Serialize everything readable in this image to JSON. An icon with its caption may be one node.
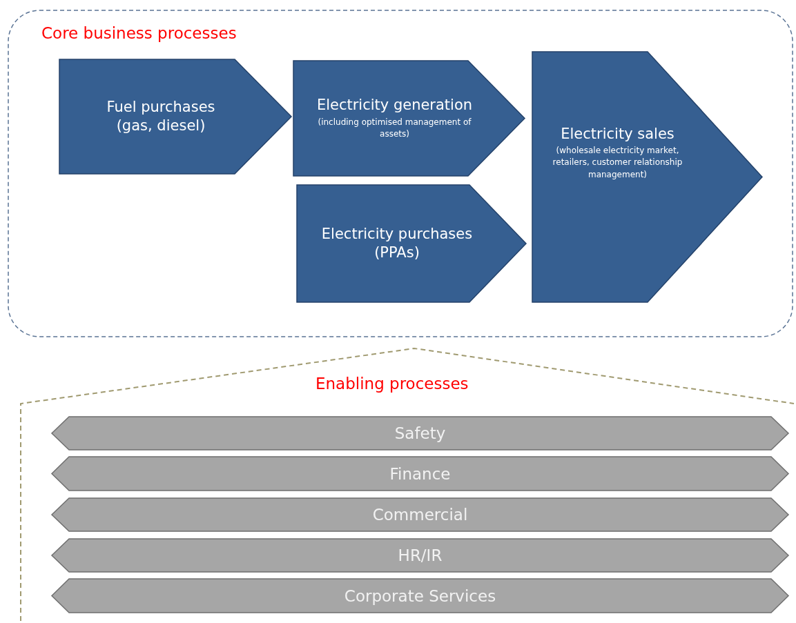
{
  "diagram": {
    "nodes": [
      {
        "text": [
          "Core business processes"
        ]
      },
      {
        "text": [
          "Fuel purchases (gas, diesel)"
        ],
        "in": 0
      },
      {
        "text": [
          "Electricity generation",
          "(including optimised management of assets)"
        ],
        "in": 0
      },
      {
        "text": [
          "Electricity purchases (PPAs)"
        ],
        "in": 0
      },
      {
        "text": [
          "Electricity sales",
          "(wholesale electricity market, retailers, customer relationship management)"
        ],
        "in": 0
      },
      {
        "text": [
          "Enabling processes"
        ]
      },
      {
        "text": [
          "Safety"
        ],
        "in": 5
      },
      {
        "text": [
          "Finance"
        ],
        "in": 5
      },
      {
        "text": [
          "Commercial"
        ],
        "in": 5
      },
      {
        "text": [
          "HR/IR"
        ],
        "in": 5
      },
      {
        "text": [
          "Corporate Services"
        ],
        "in": 5
      }
    ]
  }
}
